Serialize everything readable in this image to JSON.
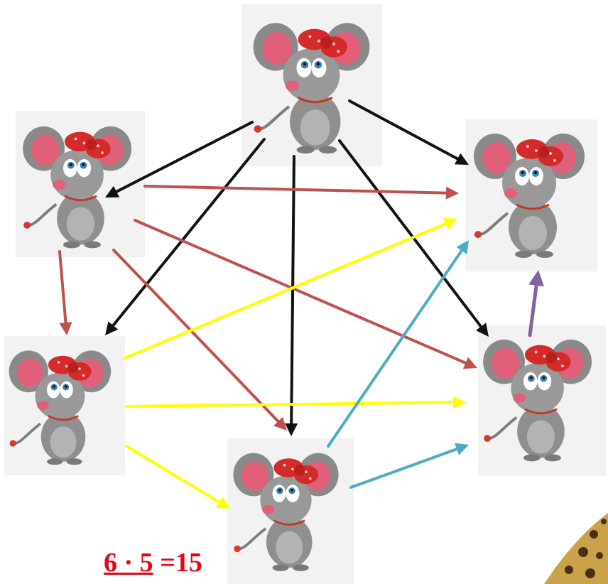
{
  "formula": {
    "numerator": "6 · 5",
    "result": "=15"
  },
  "colors": {
    "black": "#111111",
    "red": "#c0504d",
    "yellow": "#ffff00",
    "blue": "#4bacc6",
    "purple": "#8064a2",
    "formula": "#e30613"
  },
  "nodes": [
    "top",
    "upper-left",
    "upper-right",
    "lower-left",
    "lower-right",
    "bottom"
  ],
  "edges": [
    {
      "from": "top",
      "to": "upper-left",
      "color": "black"
    },
    {
      "from": "top",
      "to": "upper-right",
      "color": "black"
    },
    {
      "from": "top",
      "to": "lower-left",
      "color": "black"
    },
    {
      "from": "top",
      "to": "bottom",
      "color": "black"
    },
    {
      "from": "top",
      "to": "lower-right",
      "color": "black"
    },
    {
      "from": "upper-left",
      "to": "upper-right",
      "color": "red"
    },
    {
      "from": "upper-left",
      "to": "lower-right",
      "color": "red"
    },
    {
      "from": "upper-left",
      "to": "lower-left",
      "color": "red"
    },
    {
      "from": "upper-left",
      "to": "bottom",
      "color": "red"
    },
    {
      "from": "lower-left",
      "to": "upper-right",
      "color": "yellow"
    },
    {
      "from": "lower-left",
      "to": "lower-right",
      "color": "yellow"
    },
    {
      "from": "lower-left",
      "to": "bottom",
      "color": "yellow"
    },
    {
      "from": "bottom",
      "to": "upper-right",
      "color": "blue"
    },
    {
      "from": "bottom",
      "to": "lower-right",
      "color": "blue"
    },
    {
      "from": "lower-right",
      "to": "upper-right",
      "color": "purple"
    }
  ]
}
